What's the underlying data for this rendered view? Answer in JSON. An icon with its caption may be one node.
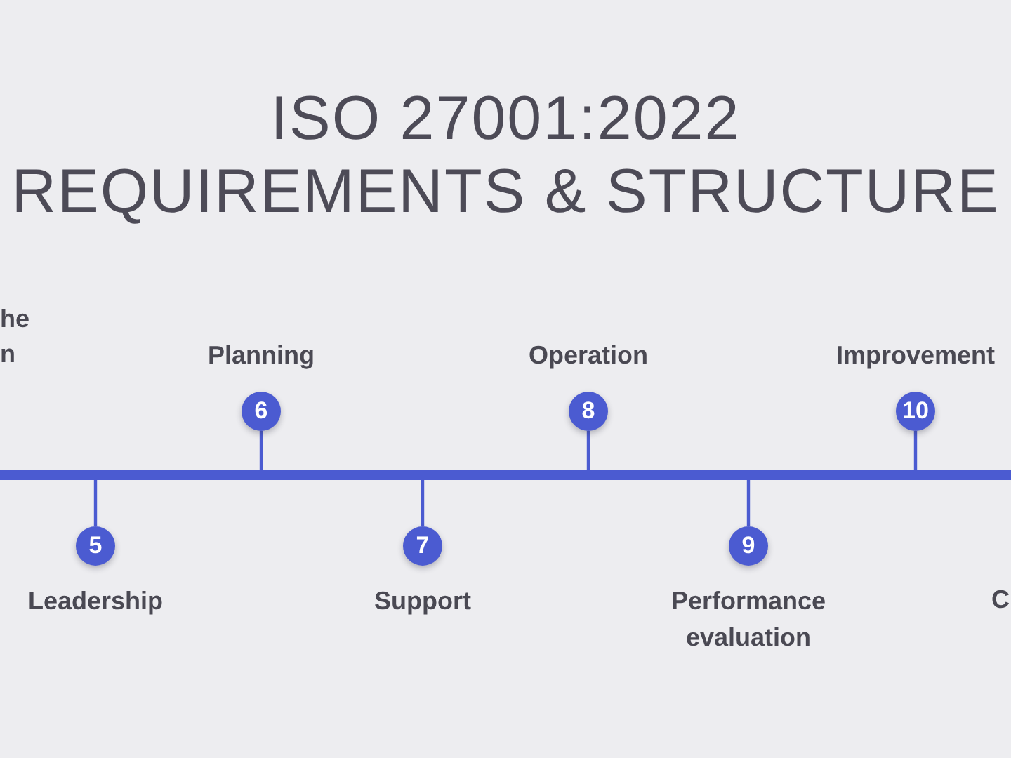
{
  "diagram": {
    "title": "ISO 27001:2022 REQUIREMENTS & STRUCTURE",
    "nodes": [
      {
        "text": [
          "5"
        ],
        "beside": [
          "Leadership"
        ]
      },
      {
        "text": [
          "6"
        ],
        "beside": [
          "Planning"
        ]
      },
      {
        "text": [
          "7"
        ],
        "beside": [
          "Support"
        ]
      },
      {
        "text": [
          "8"
        ],
        "beside": [
          "Operation"
        ]
      },
      {
        "text": [
          "9"
        ],
        "beside": [
          "Performance evaluation"
        ]
      },
      {
        "text": [
          "10"
        ],
        "beside": [
          "Improvement"
        ]
      },
      {
        "text": [],
        "shape": "bar"
      }
    ],
    "edges": [
      {
        "from": 0,
        "to": 6,
        "arrow": "none"
      },
      {
        "from": 1,
        "to": 6,
        "arrow": "none"
      },
      {
        "from": 2,
        "to": 6,
        "arrow": "none"
      },
      {
        "from": 3,
        "to": 6,
        "arrow": "none"
      },
      {
        "from": 4,
        "to": 6,
        "arrow": "none"
      },
      {
        "from": 5,
        "to": 6,
        "arrow": "none"
      }
    ],
    "labels": [
      "he n",
      "C"
    ]
  }
}
